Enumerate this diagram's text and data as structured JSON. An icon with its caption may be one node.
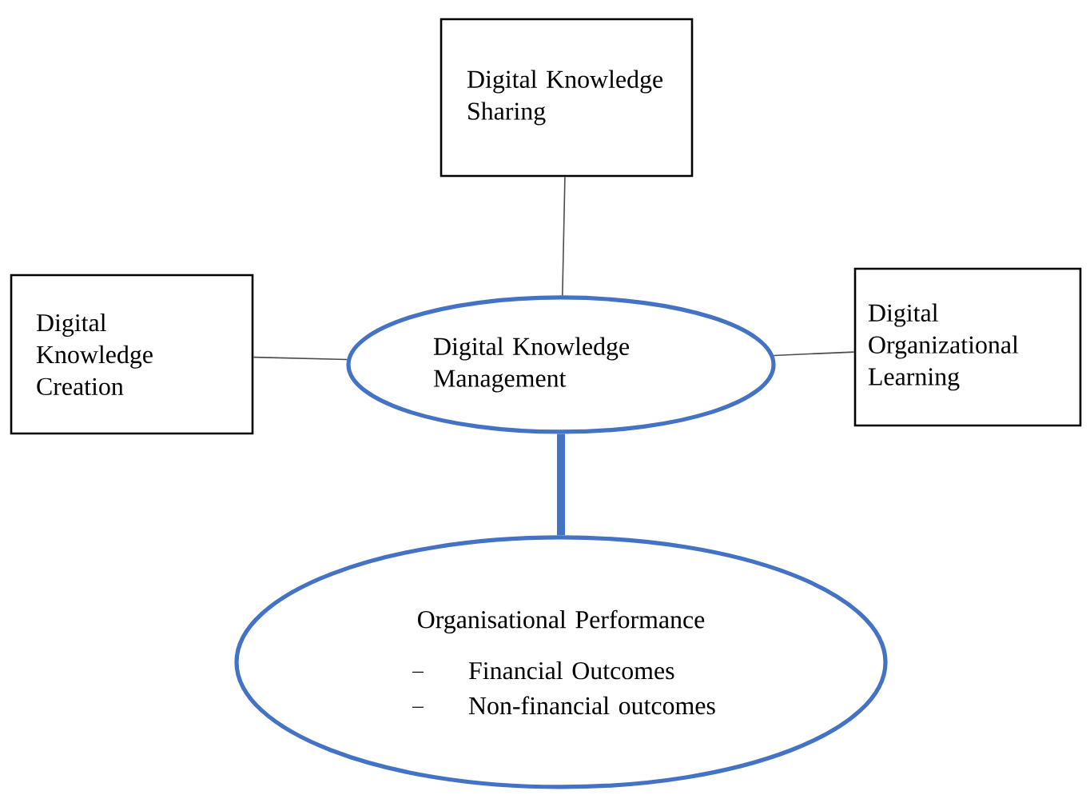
{
  "diagram": {
    "nodes": [
      {
        "text": [
          "Digital Knowledge Sharing"
        ]
      },
      {
        "text": [
          "Digital Knowledge Creation"
        ]
      },
      {
        "text": [
          "Digital Knowledge Management"
        ]
      },
      {
        "text": [
          "Digital Organizational Learning"
        ]
      },
      {
        "text": [
          "Organisational Performance",
          "Financial Outcomes",
          "Non-financial outcomes"
        ]
      }
    ],
    "edges": [
      {
        "from": 0,
        "to": 2,
        "arrow": "none"
      },
      {
        "from": 1,
        "to": 2,
        "arrow": "none"
      },
      {
        "from": 2,
        "to": 3,
        "arrow": "none"
      },
      {
        "from": 2,
        "to": 4,
        "arrow": "none",
        "style": "thick",
        "color": "#4472c4"
      }
    ]
  }
}
